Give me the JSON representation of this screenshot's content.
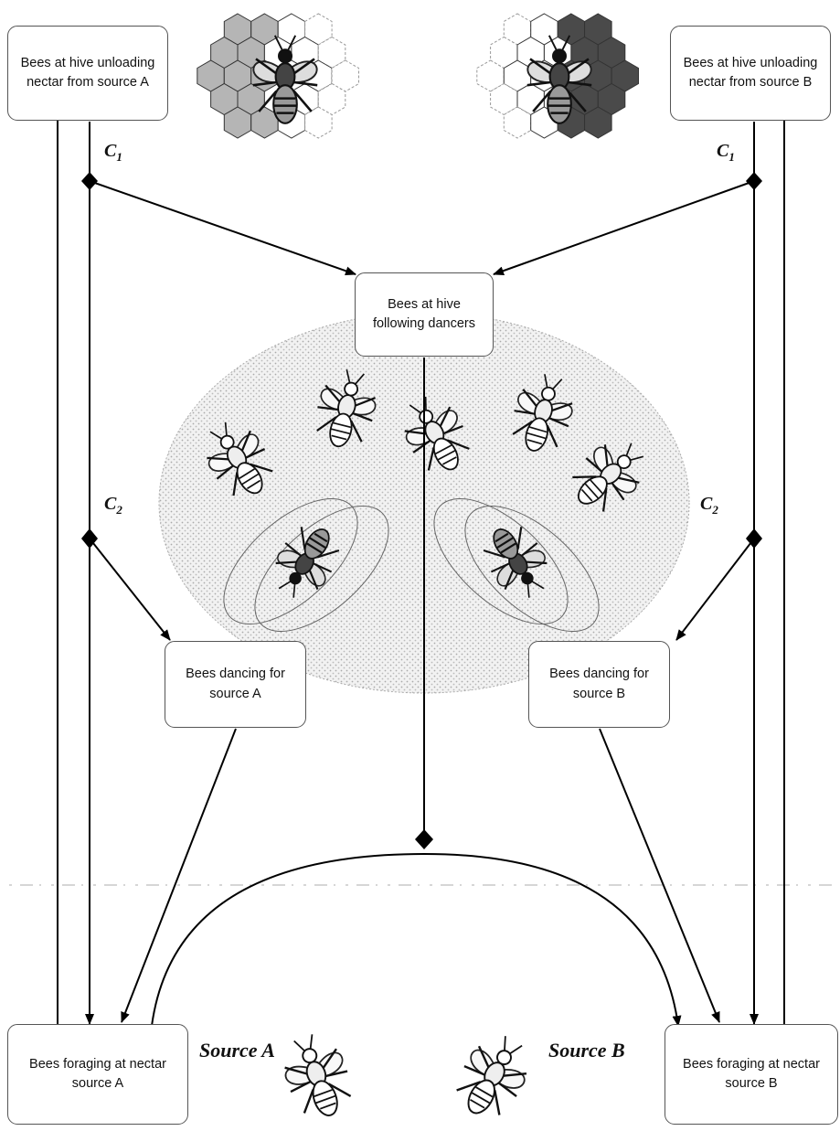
{
  "boxes": {
    "hive_a": "Bees at hive unloading nectar from source A",
    "hive_b": "Bees at hive unloading nectar from source B",
    "followers": "Bees at hive following dancers",
    "dance_a": "Bees dancing for source A",
    "dance_b": "Bees dancing for source B",
    "forage_a": "Bees foraging at nectar source A",
    "forage_b": "Bees foraging at nectar source B"
  },
  "labels": {
    "c1": "C",
    "c1_sub": "1",
    "c2": "C",
    "c2_sub": "2",
    "source_a": "Source A",
    "source_b": "Source B"
  },
  "icons": [
    "bee-icon",
    "honeycomb-icon",
    "waggle-dance-icon",
    "decision-node-icon",
    "arrowhead-icon"
  ],
  "colors": {
    "line": "#000000",
    "box_border": "#555555",
    "stipple": "#cfcfcf",
    "comb_light": "#b5b5b5",
    "comb_dark": "#4a4a4a"
  }
}
